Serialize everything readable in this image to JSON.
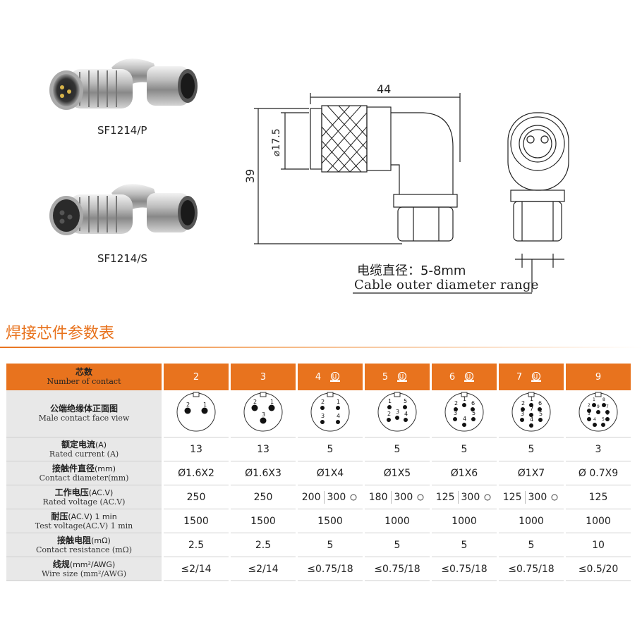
{
  "products": [
    {
      "label": "SF1214/P"
    },
    {
      "label": "SF1214/S"
    }
  ],
  "drawing": {
    "dim_length": "44",
    "dim_height": "39",
    "dim_diameter": "⌀17.5",
    "cable_cn": "电缆直径：5-8mm",
    "cable_en": "Cable outer  diameter range"
  },
  "section_title": "焊接芯件参数表",
  "table": {
    "header": {
      "cn": "芯数",
      "en": "Number of contact"
    },
    "columns": [
      "2",
      "3",
      "4",
      "5",
      "6",
      "7",
      "9"
    ],
    "ul_columns": [
      false,
      false,
      true,
      true,
      true,
      true,
      false
    ],
    "rows": [
      {
        "cn": "公端绝缘体正面图",
        "en": "Male  contact  face  view",
        "type": "face"
      },
      {
        "cn": "额定电流",
        "cn_unit": "(A)",
        "en": "Rated current  (A)",
        "values": [
          "13",
          "13",
          "5",
          "5",
          "5",
          "5",
          "3"
        ]
      },
      {
        "cn": "接触件直径",
        "cn_unit": "(mm)",
        "en": "Contact diameter(mm)",
        "values": [
          "Ø1.6X2",
          "Ø1.6X3",
          "Ø1X4",
          "Ø1X5",
          "Ø1X6",
          "Ø1X7",
          "Ø 0.7X9"
        ]
      },
      {
        "cn": "工作电压",
        "cn_unit": "(AC.V)",
        "en": "Rated voltage (AC.V)",
        "type": "voltage",
        "values": [
          "250",
          "250",
          [
            "200",
            "300"
          ],
          [
            "180",
            "300"
          ],
          [
            "125",
            "300"
          ],
          [
            "125",
            "300"
          ],
          "125"
        ]
      },
      {
        "cn": "耐压",
        "cn_unit": "(AC.V) 1 min",
        "en": "Test voltage(AC.V) 1 min",
        "values": [
          "1500",
          "1500",
          "1500",
          "1000",
          "1000",
          "1000",
          "1000"
        ]
      },
      {
        "cn": "接触电阻",
        "cn_unit": "(mΩ)",
        "en": "Contact resistance (mΩ)",
        "values": [
          "2.5",
          "2.5",
          "5",
          "5",
          "5",
          "5",
          "10"
        ]
      },
      {
        "cn": "线规",
        "cn_unit": "(mm²/AWG)",
        "en": "Wire size (mm²/AWG)",
        "values": [
          "≤2/14",
          "≤2/14",
          "≤0.75/18",
          "≤0.75/18",
          "≤0.75/18",
          "≤0.75/18",
          "≤0.5/20"
        ]
      }
    ],
    "pin_labels": {
      "2": [
        "2",
        "1"
      ],
      "3": [
        "2",
        "1",
        "3"
      ],
      "4": [
        "2",
        "1",
        "3",
        "4"
      ],
      "5": [
        "1",
        "5",
        "2",
        "3",
        "4"
      ],
      "6": [
        "1",
        "2",
        "6",
        "3",
        "5",
        "4"
      ],
      "7": [
        "1",
        "2",
        "6",
        "7",
        "3",
        "5",
        "4"
      ],
      "9": [
        "1",
        "8",
        "2",
        "9",
        "7",
        "3",
        "6",
        "4",
        "5"
      ]
    }
  },
  "colors": {
    "accent": "#e8731e",
    "label_bg": "#e8e8e8"
  }
}
